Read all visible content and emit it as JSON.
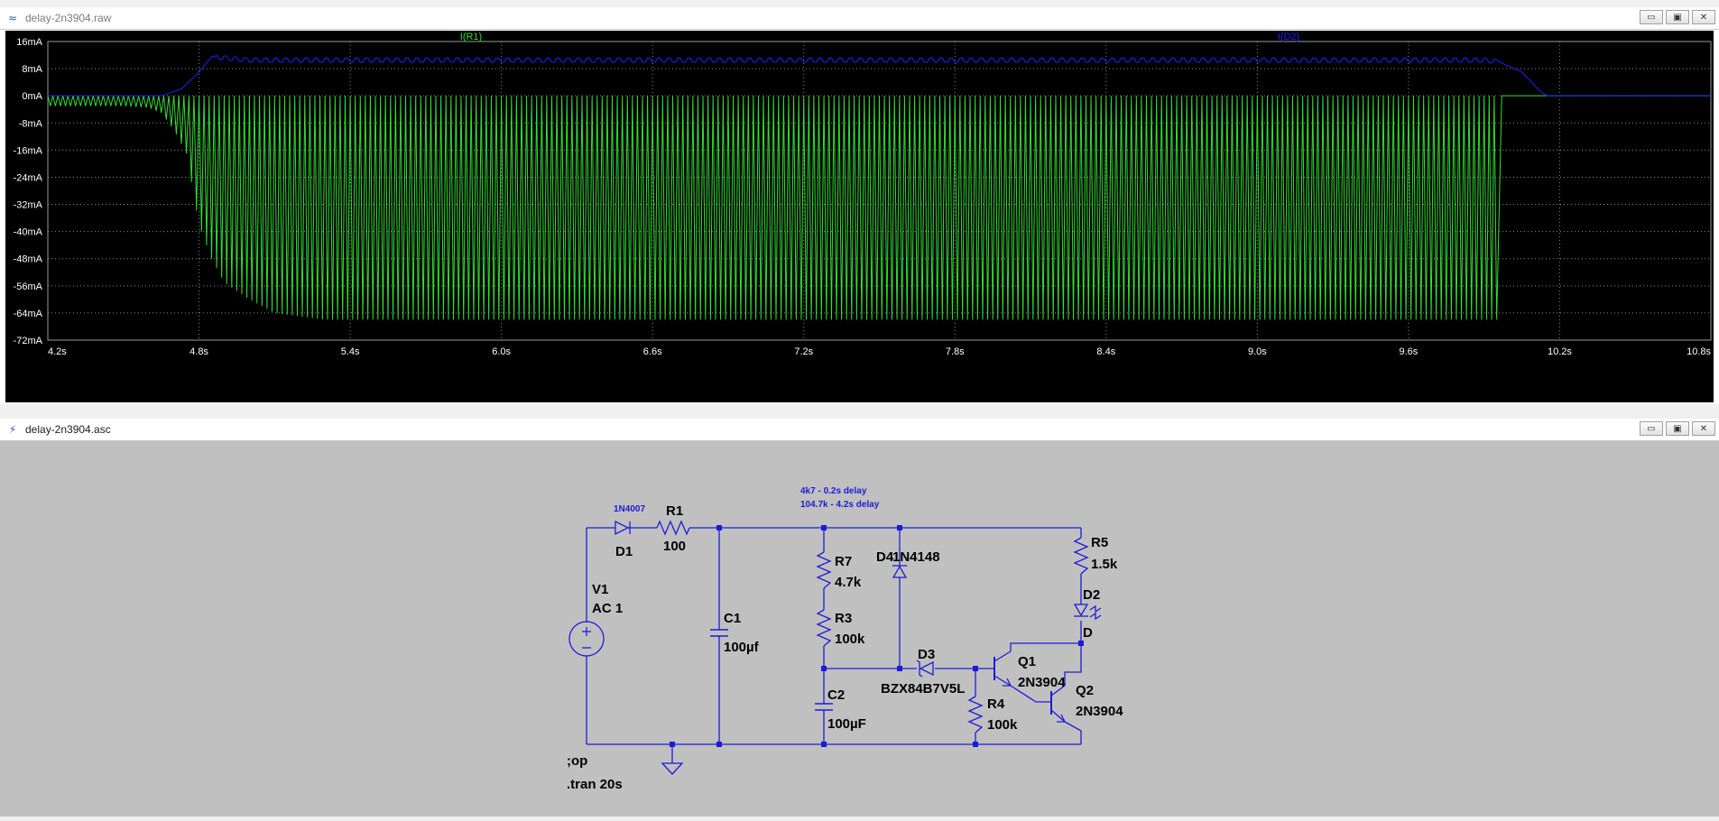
{
  "plot_window": {
    "title": "delay-2n3904.raw",
    "icon": "waveform-icon",
    "buttons": {
      "minimize": "▭",
      "restore": "▣",
      "close": "✕"
    }
  },
  "schematic_window": {
    "title": "delay-2n3904.asc",
    "icon": "schematic-icon",
    "buttons": {
      "minimize": "▭",
      "restore": "▣",
      "close": "✕"
    }
  },
  "chart_data": {
    "type": "line",
    "x_ticks": [
      "4.2s",
      "4.8s",
      "5.4s",
      "6.0s",
      "6.6s",
      "7.2s",
      "7.8s",
      "8.4s",
      "9.0s",
      "9.6s",
      "10.2s",
      "10.8s"
    ],
    "y_ticks": [
      "16mA",
      "8mA",
      "0mA",
      "-8mA",
      "-16mA",
      "-24mA",
      "-32mA",
      "-40mA",
      "-48mA",
      "-56mA",
      "-64mA",
      "-72mA"
    ],
    "xlim": [
      4.2,
      10.8
    ],
    "ylim": [
      -72,
      16
    ],
    "grid": true,
    "series": [
      {
        "name": "I(R1)",
        "color": "#33dd33",
        "style": "oscillating-negative-pulses",
        "period_s": 0.02,
        "x": [
          4.2,
          4.5,
          4.6,
          4.65,
          4.7,
          4.75,
          4.8,
          4.85,
          4.9,
          5.0,
          5.1,
          5.3,
          6.0,
          9.0,
          9.95,
          10.0
        ],
        "min": [
          -3,
          -3,
          -3.5,
          -5,
          -10,
          -17,
          -38,
          -48,
          -55,
          -60,
          -64,
          -66,
          -66,
          -66,
          -66,
          0
        ]
      },
      {
        "name": "I(D2)",
        "color": "#2020ff",
        "x": [
          4.2,
          4.5,
          4.65,
          4.73,
          4.8,
          4.85,
          5.0,
          9.0,
          9.9,
          9.96,
          10.05,
          10.12,
          10.15,
          10.8
        ],
        "y": [
          0,
          0,
          0,
          2,
          7,
          11.5,
          10.5,
          10.5,
          10.5,
          10,
          7,
          1.5,
          0,
          0
        ]
      }
    ]
  },
  "schematic": {
    "notes": {
      "line1": "4k7 - 0.2s delay",
      "line2": "104.7k - 4.2s delay"
    },
    "d1": {
      "name": "D1",
      "model": "1N4007"
    },
    "r1": {
      "name": "R1",
      "value": "100"
    },
    "v1": {
      "name": "V1",
      "value": "AC 1"
    },
    "c1": {
      "name": "C1",
      "value": "100µf"
    },
    "r7": {
      "name": "R7",
      "value": "4.7k"
    },
    "r3": {
      "name": "R3",
      "value": "100k"
    },
    "c2": {
      "name": "C2",
      "value": "100µF"
    },
    "d4": {
      "name": "D4",
      "model": "1N4148"
    },
    "d3": {
      "name": "D3",
      "model": "BZX84B7V5L"
    },
    "r4": {
      "name": "R4",
      "value": "100k"
    },
    "q1": {
      "name": "Q1",
      "model": "2N3904"
    },
    "q2": {
      "name": "Q2",
      "model": "2N3904"
    },
    "r5": {
      "name": "R5",
      "value": "1.5k"
    },
    "d2": {
      "name": "D2",
      "model": "D"
    },
    "directives": {
      "op": ";op",
      "tran": ".tran 20s"
    }
  }
}
